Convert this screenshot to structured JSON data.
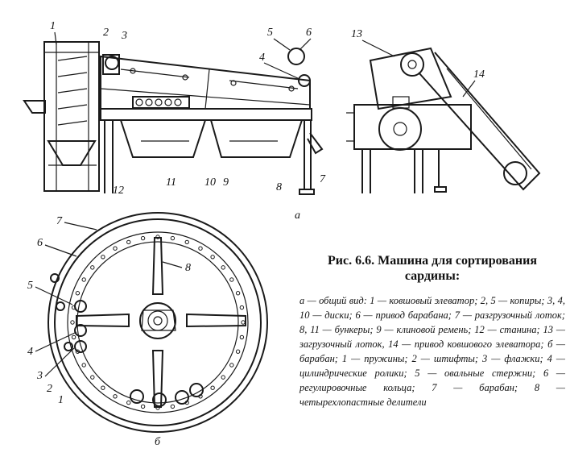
{
  "labels": {
    "view_a": "а",
    "view_b": "б",
    "a_side": [
      "1",
      "2",
      "3",
      "5",
      "6",
      "4",
      "12",
      "11",
      "10",
      "9",
      "8",
      "7"
    ],
    "a_front": [
      "13",
      "14"
    ],
    "b": [
      "7",
      "6",
      "5",
      "4",
      "3",
      "2",
      "1",
      "8"
    ]
  },
  "caption": {
    "title": "Рис. 6.6. Машина для сортирования сардины:",
    "body": "а — общий вид: 1 — ковшовый элеватор; 2, 5 — копиры; 3, 4, 10 — диски; 6 — привод барабана; 7 — разгрузочный лоток; 8, 11 — бункеры; 9 — клиновой ремень; 12 — станина; 13 — загрузочный лоток, 14 — привод ковшового элеватора; б — барабан; 1 — пружины; 2 — штифты; 3 — флажки; 4 — цилиндрические ролики; 5 — овальные стержни; 6 — регулировочные кольца; 7 — барабан; 8 — четырехлопастные делители"
  }
}
